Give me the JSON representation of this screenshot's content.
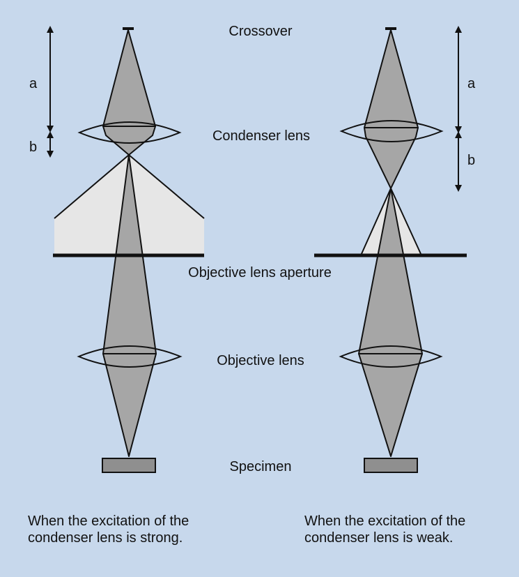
{
  "labels": {
    "crossover": "Crossover",
    "condenser_lens": "Condenser lens",
    "objective_lens_aperture": "Objective lens aperture",
    "objective_lens": "Objective lens",
    "specimen": "Specimen"
  },
  "left_panel": {
    "distance_a": "a",
    "distance_b": "b",
    "caption_line1": "When the excitation of the",
    "caption_line2": "condenser lens is strong."
  },
  "right_panel": {
    "distance_a": "a",
    "distance_b": "b",
    "caption_line1": "When the excitation of the",
    "caption_line2": "condenser lens is weak."
  },
  "colors": {
    "background": "#c7d8ec",
    "beam": "#a6a6a6",
    "spread_beam": "#e6e6e6",
    "lens_outline": "#111111",
    "specimen_fill": "#8f8f8f"
  }
}
